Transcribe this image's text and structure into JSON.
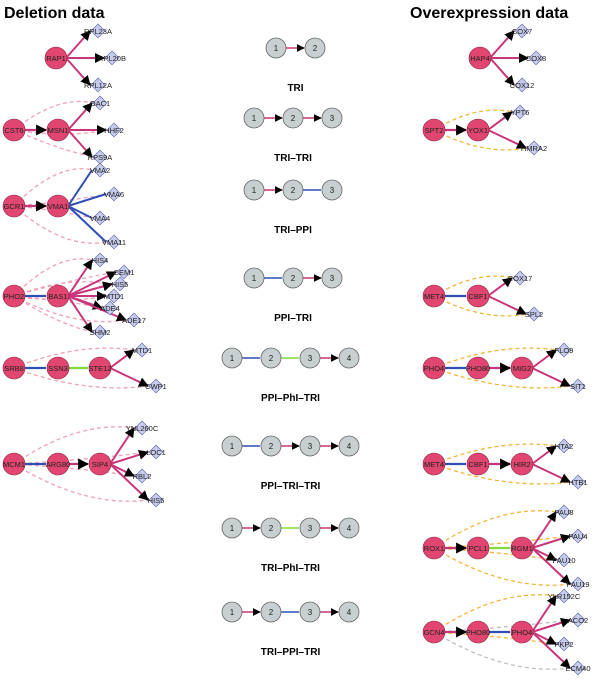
{
  "headers": {
    "deletion": "Deletion data",
    "overexpression": "Overexpression data"
  },
  "colors": {
    "tri": "#c9357a",
    "ppi": "#2f4fb5",
    "phi": "#7fdc3a",
    "gene": "#e0466f",
    "target_fill": "#c6cbeb",
    "motif_fill": "#c7cfd0",
    "dashed_pink": "#f0a0b8",
    "dashed_orange": "#f2b53a",
    "dashed_grey": "#b8c2c2"
  },
  "motifs": [
    {
      "name": "TRI",
      "nodes": [
        "1",
        "2"
      ],
      "edges": [
        "tri"
      ]
    },
    {
      "name": "TRI–TRI",
      "nodes": [
        "1",
        "2",
        "3"
      ],
      "edges": [
        "tri",
        "tri"
      ]
    },
    {
      "name": "TRI–PPI",
      "nodes": [
        "1",
        "2",
        "3"
      ],
      "edges": [
        "tri",
        "ppi"
      ]
    },
    {
      "name": "PPI–TRI",
      "nodes": [
        "1",
        "2",
        "3"
      ],
      "edges": [
        "ppi",
        "tri"
      ]
    },
    {
      "name": "PPI–PhI–TRI",
      "nodes": [
        "1",
        "2",
        "3",
        "4"
      ],
      "edges": [
        "ppi",
        "phi",
        "tri"
      ]
    },
    {
      "name": "PPI–TRI–TRI",
      "nodes": [
        "1",
        "2",
        "3",
        "4"
      ],
      "edges": [
        "ppi",
        "tri",
        "tri"
      ]
    },
    {
      "name": "TRI–PhI–TRI",
      "nodes": [
        "1",
        "2",
        "3",
        "4"
      ],
      "edges": [
        "tri",
        "phi",
        "tri"
      ]
    },
    {
      "name": "TRI–PPI–TRI",
      "nodes": [
        "1",
        "2",
        "3",
        "4"
      ],
      "edges": [
        "tri",
        "ppi",
        "tri"
      ]
    }
  ],
  "deletion": [
    {
      "chain": [
        "RAP1"
      ],
      "chain_edges": [],
      "targets": [
        "RPL23A",
        "RPL20B",
        "RPL12A"
      ],
      "tedge": "tri",
      "dash": "none"
    },
    {
      "chain": [
        "CST6",
        "MSN1"
      ],
      "chain_edges": [
        "tri"
      ],
      "targets": [
        "OAC1",
        "HHF2",
        "RPS9A"
      ],
      "tedge": "tri",
      "dash": "pink"
    },
    {
      "chain": [
        "GCR1",
        "VMA1"
      ],
      "chain_edges": [
        "tri"
      ],
      "targets": [
        "VMA2",
        "VMA6",
        "VMA4",
        "VMA11"
      ],
      "tedge": "ppi",
      "dash": "pink"
    },
    {
      "chain": [
        "PHO2",
        "BAS1"
      ],
      "chain_edges": [
        "ppi"
      ],
      "targets": [
        "HIS4",
        "CEM1",
        "HIS5",
        "MTD1",
        "ADE4",
        "ADE17",
        "SHM2"
      ],
      "tedge": "tri",
      "dash": "pink"
    },
    {
      "chain": [
        "SRB8",
        "SSN3",
        "STE12"
      ],
      "chain_edges": [
        "ppi",
        "phi"
      ],
      "targets": [
        "MTD1",
        "CWP1"
      ],
      "tedge": "tri",
      "dash": "pink"
    },
    {
      "chain": [
        "MCM1",
        "ARG80",
        "SIP4"
      ],
      "chain_edges": [
        "ppi",
        "tri"
      ],
      "targets": [
        "YNL260C",
        "LOC1",
        "RBL2",
        "HIS5"
      ],
      "tedge": "tri",
      "dash": "pink"
    }
  ],
  "overexpression": [
    {
      "chain": [
        "HAP4"
      ],
      "chain_edges": [],
      "targets": [
        "COX7",
        "COX8",
        "COX12"
      ],
      "tedge": "tri",
      "dash": "none"
    },
    {
      "chain": [
        "SPT2",
        "YOX1"
      ],
      "chain_edges": [
        "tri"
      ],
      "targets": [
        "YPT6",
        "HMRA2"
      ],
      "tedge": "tri",
      "dash": "orange"
    },
    {
      "chain": [
        "MET4",
        "CBF1"
      ],
      "chain_edges": [
        "ppi"
      ],
      "targets": [
        "COX17",
        "SPL2"
      ],
      "tedge": "tri",
      "dash": "orange"
    },
    {
      "chain": [
        "PHO4",
        "PHO80",
        "MIG2"
      ],
      "chain_edges": [
        "ppi",
        "tri"
      ],
      "targets": [
        "FLO9",
        "SIT1"
      ],
      "tedge": "tri",
      "dash": "orange"
    },
    {
      "chain": [
        "MET4",
        "CBF1",
        "HIR2"
      ],
      "chain_edges": [
        "ppi",
        "tri"
      ],
      "targets": [
        "HTA2",
        "HTB1"
      ],
      "tedge": "tri",
      "dash": "orange"
    },
    {
      "chain": [
        "ROX1",
        "PCL1",
        "RGM1"
      ],
      "chain_edges": [
        "tri",
        "phi"
      ],
      "targets": [
        "PAU8",
        "PAU4",
        "PAU10",
        "PAU19"
      ],
      "tedge": "tri",
      "dash": "orange"
    },
    {
      "chain": [
        "GCN4",
        "PHO80",
        "PHO4"
      ],
      "chain_edges": [
        "tri",
        "ppi"
      ],
      "targets": [
        "YLR152C",
        "ACO2",
        "PKP2",
        "ECM40"
      ],
      "tedge": "tri",
      "dash": "mixed"
    }
  ]
}
